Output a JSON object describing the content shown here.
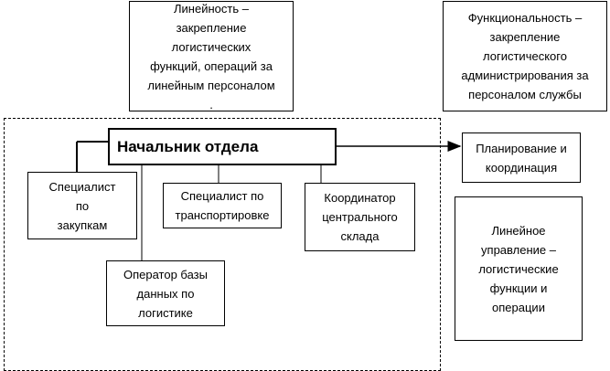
{
  "top_left_note": "Линейность –\nзакрепление\nлогистических\nфункций, операций за\nлинейным персоналом\n.",
  "top_right_note": "Функциональность –\nзакрепление\nлогистического\nадминистрирования за\nперсоналом службы",
  "head": "Начальник отдела",
  "planning": "Планирование и\nкоординация",
  "purchasing": "Специалист\nпо\nзакупкам",
  "transport": "Специалист по\nтранспортировке",
  "warehouse": "Координатор\nцентрального\nсклада",
  "db_operator": "Оператор базы\nданных по\nлогистике",
  "line_mgmt": "Линейное\nуправление –\nлогистические\nфункции и\nоперации"
}
